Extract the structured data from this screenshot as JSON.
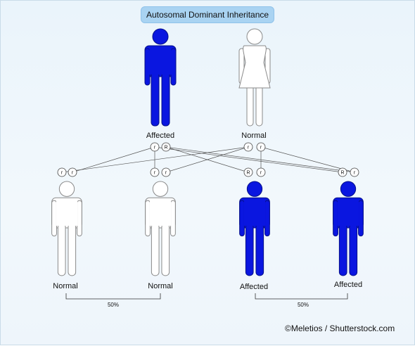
{
  "title": "Autosomal Dominant Inheritance",
  "colors": {
    "affected": "#0a16e0",
    "normal": "#ffffff",
    "outline": "#8a8a8a",
    "line": "#555555"
  },
  "parents": [
    {
      "sex": "male",
      "status": "Affected",
      "alleles": [
        "r",
        "R"
      ]
    },
    {
      "sex": "female",
      "status": "Normal",
      "alleles": [
        "r",
        "r"
      ]
    }
  ],
  "children": [
    {
      "status": "Normal",
      "alleles": [
        "r",
        "r"
      ]
    },
    {
      "status": "Normal",
      "alleles": [
        "r",
        "r"
      ]
    },
    {
      "status": "Affected",
      "alleles": [
        "R",
        "r"
      ]
    },
    {
      "status": "Affected",
      "alleles": [
        "R",
        "r"
      ]
    }
  ],
  "brackets": [
    "50%",
    "50%"
  ],
  "credit": "©Meletios / Shutterstock.com"
}
